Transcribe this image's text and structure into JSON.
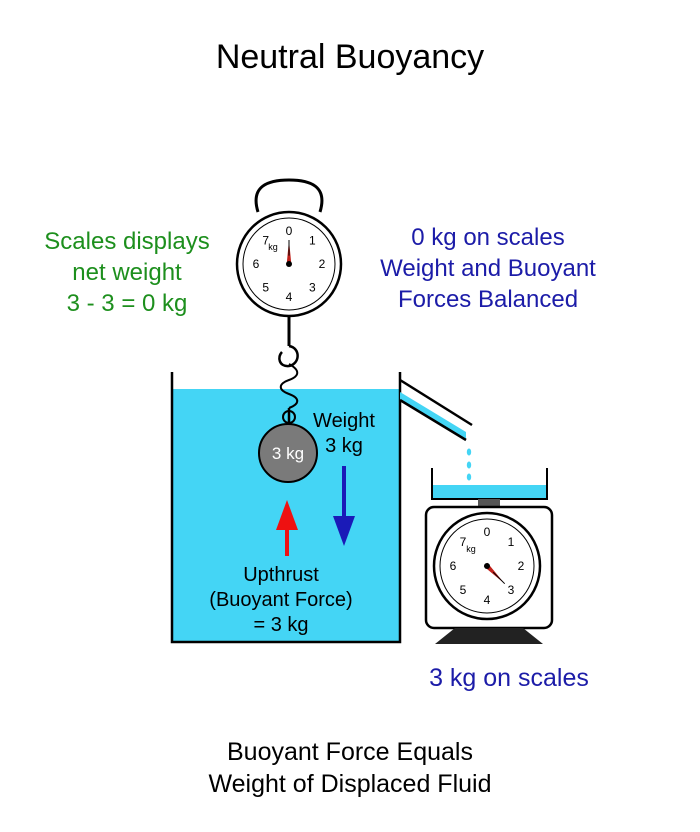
{
  "title": "Neutral Buoyancy",
  "left_note": {
    "line1": "Scales displays",
    "line2": "net weight",
    "line3": "3 - 3 = 0 kg"
  },
  "right_note": {
    "line1": "0 kg on scales",
    "line2": "Weight and Buoyant",
    "line3": "Forces Balanced"
  },
  "object_label": "3 kg",
  "weight_label": {
    "line1": "Weight",
    "line2": "3 kg"
  },
  "upthrust_label": {
    "line1": "Upthrust",
    "line2": "(Buoyant Force)",
    "line3": "= 3 kg"
  },
  "scale_reading": "3 kg on scales",
  "bottom_note": {
    "line1": "Buoyant Force Equals",
    "line2": "Weight of Displaced Fluid"
  },
  "dial": {
    "unit": "kg",
    "numbers": [
      "0",
      "1",
      "2",
      "3",
      "4",
      "5",
      "6",
      "7"
    ]
  },
  "hanging_scale_reading_kg": 0,
  "table_scale_reading_kg": 3,
  "colors": {
    "water": "#44d5f5",
    "weight_arrow": "#1a1ab8",
    "upthrust_arrow": "#ee1111",
    "green_text": "#1d8f1d",
    "blue_text": "#1c1ca8",
    "needle": "#c0201a",
    "ball": "#7a7a7a"
  }
}
